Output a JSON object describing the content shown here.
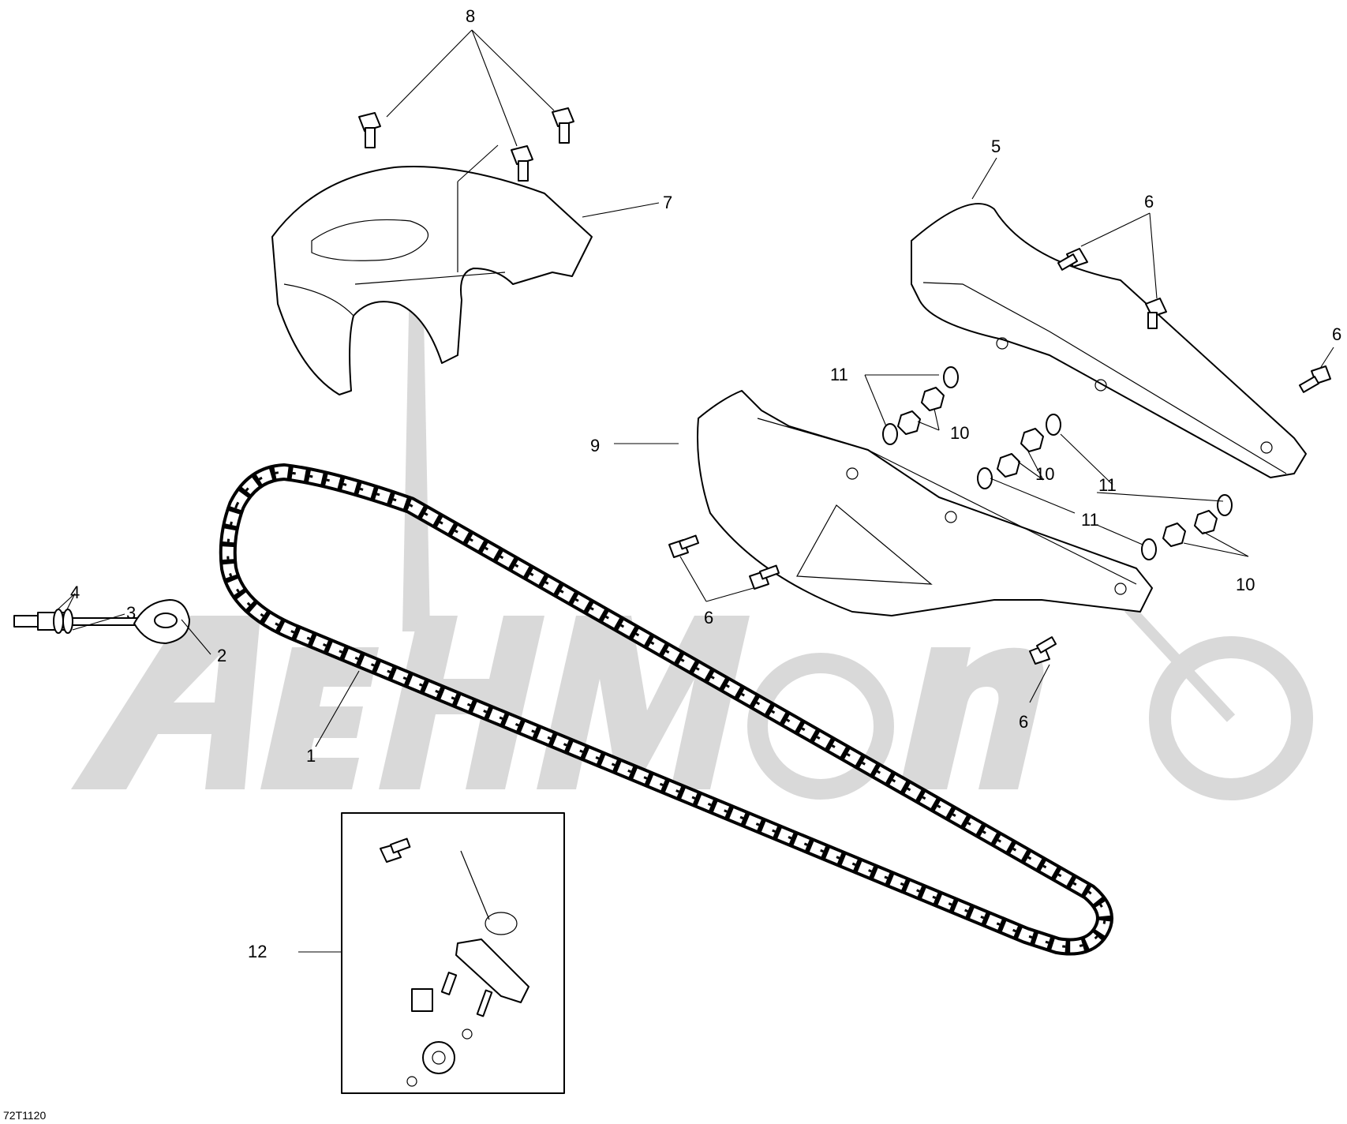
{
  "figure_code": "72T1120",
  "callouts": {
    "c1": "1",
    "c2": "2",
    "c3": "3",
    "c4": "4",
    "c5": "5",
    "c6a": "6",
    "c6b": "6",
    "c6c": "6",
    "c6d": "6",
    "c7": "7",
    "c8": "8",
    "c9": "9",
    "c10a": "10",
    "c10b": "10",
    "c10c": "10",
    "c11a": "11",
    "c11b": "11",
    "c11c": "11",
    "c12": "12"
  },
  "colors": {
    "line": "#000000",
    "watermark": "#d9d9d9",
    "background": "#ffffff"
  }
}
